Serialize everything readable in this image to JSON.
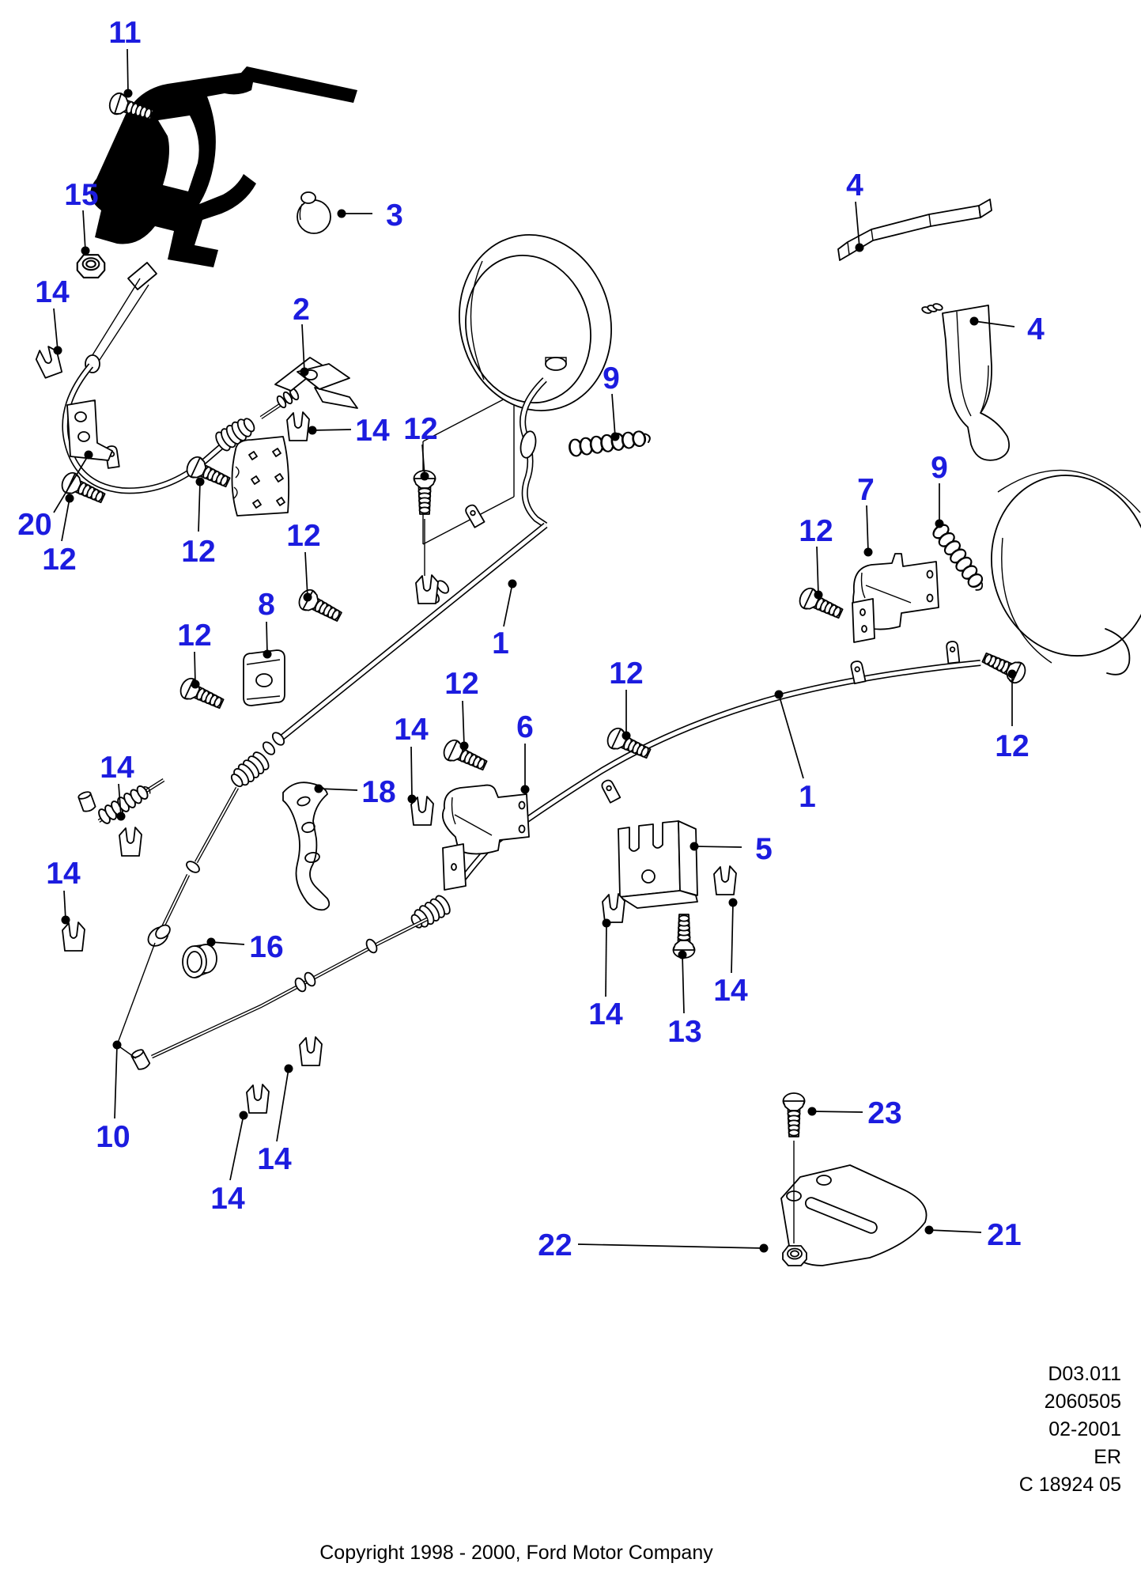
{
  "colors": {
    "label": "#1c1cdf",
    "line": "#000000",
    "background": "#ffffff"
  },
  "doc_info": {
    "lines": [
      "D03.011",
      "2060505",
      "02-2001",
      "ER",
      "C 18924 05"
    ]
  },
  "copyright": "Copyright 1998 - 2000, Ford Motor Company",
  "callouts": [
    {
      "n": "11",
      "label": [
        158,
        40
      ],
      "end": [
        161,
        62
      ],
      "dot": [
        162,
        118
      ]
    },
    {
      "n": "15",
      "label": [
        103,
        245
      ],
      "end": [
        105,
        266
      ],
      "dot": [
        108,
        317
      ]
    },
    {
      "n": "14",
      "label": [
        66,
        368
      ],
      "end": [
        68,
        390
      ],
      "dot": [
        73,
        443
      ]
    },
    {
      "n": "3",
      "label": [
        499,
        271
      ],
      "end": [
        471,
        270
      ],
      "dot": [
        432,
        270
      ]
    },
    {
      "n": "2",
      "label": [
        381,
        390
      ],
      "end": [
        382,
        410
      ],
      "dot": [
        385,
        470
      ]
    },
    {
      "n": "4",
      "label": [
        1081,
        233
      ],
      "end": [
        1082,
        255
      ],
      "dot": [
        1087,
        313
      ]
    },
    {
      "n": "4",
      "label": [
        1310,
        415
      ],
      "end": [
        1283,
        413
      ],
      "dot": [
        1232,
        406
      ]
    },
    {
      "n": "9",
      "label": [
        773,
        477
      ],
      "end": [
        774,
        498
      ],
      "dot": [
        778,
        552
      ]
    },
    {
      "n": "9",
      "label": [
        1188,
        590
      ],
      "end": [
        1188,
        611
      ],
      "dot": [
        1188,
        662
      ]
    },
    {
      "n": "7",
      "label": [
        1095,
        618
      ],
      "end": [
        1096,
        639
      ],
      "dot": [
        1098,
        698
      ]
    },
    {
      "n": "12",
      "label": [
        1032,
        670
      ],
      "end": [
        1033,
        691
      ],
      "dot": [
        1035,
        752
      ]
    },
    {
      "n": "12",
      "label": [
        1280,
        942
      ],
      "end": [
        1280,
        918
      ],
      "dot": [
        1280,
        852
      ]
    },
    {
      "n": "20",
      "label": [
        44,
        662
      ],
      "end": [
        68,
        648
      ],
      "dot": [
        112,
        575
      ]
    },
    {
      "n": "12",
      "label": [
        75,
        706
      ],
      "end": [
        78,
        684
      ],
      "dot": [
        88,
        630
      ]
    },
    {
      "n": "12",
      "label": [
        251,
        696
      ],
      "end": [
        251,
        672
      ],
      "dot": [
        253,
        609
      ]
    },
    {
      "n": "12",
      "label": [
        384,
        676
      ],
      "end": [
        386,
        698
      ],
      "dot": [
        389,
        755
      ]
    },
    {
      "n": "12",
      "label": [
        246,
        802
      ],
      "end": [
        246,
        824
      ],
      "dot": [
        247,
        865
      ]
    },
    {
      "n": "12",
      "label": [
        532,
        541
      ],
      "end": [
        534,
        562
      ],
      "dot": [
        537,
        602
      ]
    },
    {
      "n": "8",
      "label": [
        337,
        763
      ],
      "end": [
        337,
        786
      ],
      "dot": [
        338,
        827
      ]
    },
    {
      "n": "1",
      "label": [
        633,
        812
      ],
      "end": [
        637,
        792
      ],
      "dot": [
        648,
        738
      ]
    },
    {
      "n": "12",
      "label": [
        584,
        863
      ],
      "end": [
        585,
        886
      ],
      "dot": [
        587,
        943
      ]
    },
    {
      "n": "6",
      "label": [
        664,
        918
      ],
      "end": [
        664,
        940
      ],
      "dot": [
        664,
        998
      ]
    },
    {
      "n": "12",
      "label": [
        792,
        850
      ],
      "end": [
        792,
        872
      ],
      "dot": [
        792,
        930
      ]
    },
    {
      "n": "14",
      "label": [
        471,
        543
      ],
      "end": [
        444,
        543
      ],
      "dot": [
        395,
        544
      ]
    },
    {
      "n": "14",
      "label": [
        520,
        921
      ],
      "end": [
        520,
        944
      ],
      "dot": [
        521,
        1010
      ]
    },
    {
      "n": "18",
      "label": [
        479,
        1000
      ],
      "end": [
        452,
        999
      ],
      "dot": [
        403,
        997
      ]
    },
    {
      "n": "16",
      "label": [
        337,
        1196
      ],
      "end": [
        309,
        1194
      ],
      "dot": [
        267,
        1191
      ]
    },
    {
      "n": "10",
      "label": [
        143,
        1436
      ],
      "end": [
        145,
        1414
      ],
      "dot": [
        148,
        1321
      ]
    },
    {
      "n": "14",
      "label": [
        148,
        969
      ],
      "end": [
        150,
        991
      ],
      "dot": [
        153,
        1032
      ]
    },
    {
      "n": "14",
      "label": [
        80,
        1103
      ],
      "end": [
        81,
        1126
      ],
      "dot": [
        83,
        1163
      ]
    },
    {
      "n": "14",
      "label": [
        347,
        1464
      ],
      "end": [
        350,
        1443
      ],
      "dot": [
        365,
        1351
      ]
    },
    {
      "n": "14",
      "label": [
        288,
        1514
      ],
      "end": [
        291,
        1492
      ],
      "dot": [
        308,
        1410
      ]
    },
    {
      "n": "14",
      "label": [
        766,
        1281
      ],
      "end": [
        766,
        1260
      ],
      "dot": [
        767,
        1167
      ]
    },
    {
      "n": "14",
      "label": [
        924,
        1251
      ],
      "end": [
        925,
        1230
      ],
      "dot": [
        927,
        1141
      ]
    },
    {
      "n": "13",
      "label": [
        866,
        1303
      ],
      "end": [
        865,
        1281
      ],
      "dot": [
        863,
        1207
      ]
    },
    {
      "n": "5",
      "label": [
        966,
        1072
      ],
      "end": [
        938,
        1071
      ],
      "dot": [
        878,
        1070
      ]
    },
    {
      "n": "1",
      "label": [
        1021,
        1006
      ],
      "end": [
        1016,
        984
      ],
      "dot": [
        985,
        878
      ]
    },
    {
      "n": "23",
      "label": [
        1119,
        1406
      ],
      "end": [
        1091,
        1406
      ],
      "dot": [
        1027,
        1405
      ]
    },
    {
      "n": "21",
      "label": [
        1270,
        1560
      ],
      "end": [
        1241,
        1558
      ],
      "dot": [
        1175,
        1555
      ]
    },
    {
      "n": "22",
      "label": [
        702,
        1573
      ],
      "end": [
        731,
        1573
      ],
      "dot": [
        966,
        1578
      ]
    }
  ]
}
